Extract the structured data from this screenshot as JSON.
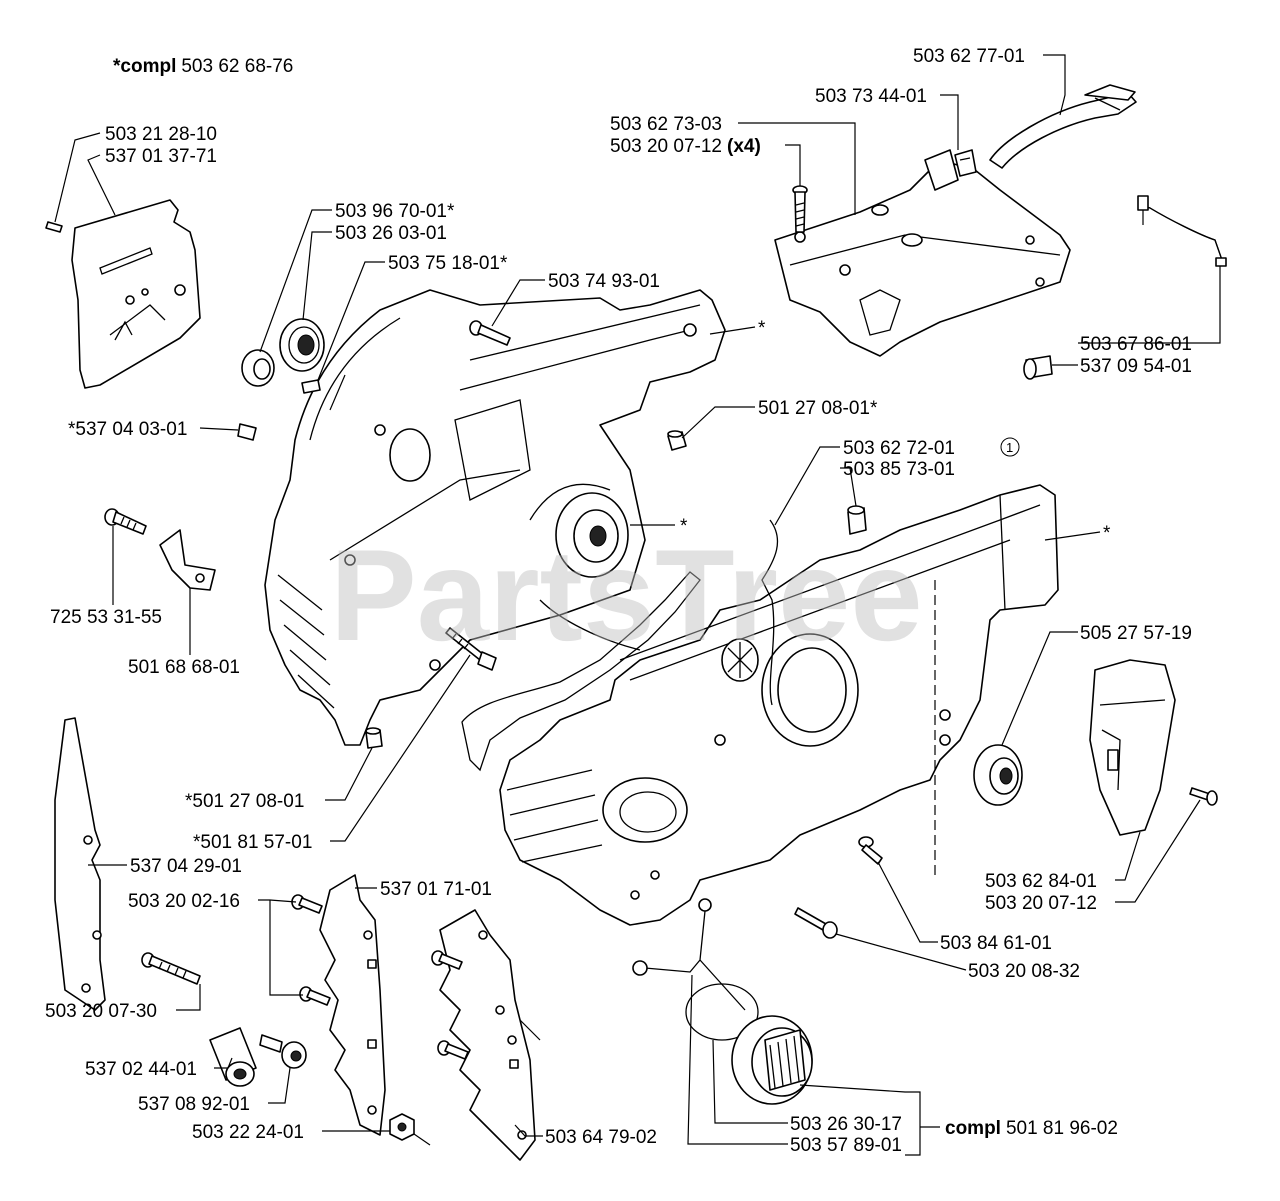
{
  "watermark": "PartsTree",
  "assembly": {
    "prefix": "*compl",
    "number": "503 62 68-76"
  },
  "fuel_cap_assembly": {
    "prefix": "compl",
    "number": "501 81 96-02"
  },
  "qty_x4": "(x4)",
  "circled_note": "1",
  "callouts": [
    "503 21 28-10",
    "537 01 37-71",
    "503 96 70-01*",
    "503 26 03-01",
    "503 75 18-01*",
    "503 74 93-01",
    "*",
    "*537 04 03-01",
    "501 27 08-01*",
    "*",
    "725 53 31-55",
    "501 68 68-01",
    "*501 27 08-01",
    "*501 81 57-01",
    "537 04 29-01",
    "503 20 02-16",
    "537 01 71-01",
    "503 20 07-30",
    "537 02 44-01",
    "537 08 92-01",
    "503 22 24-01",
    "503 64 79-02",
    "503 26 30-17",
    "503 57 89-01",
    "503 62 77-01",
    "503 73 44-01",
    "503 62 73-03",
    "503 20 07-12",
    "503 67 86-01",
    "537 09 54-01",
    "503 62 72-01",
    "503 85 73-01",
    "*",
    "505 27 57-19",
    "503 62 84-01",
    "503 20 07-12",
    "503 84 61-01",
    "503 20 08-32"
  ]
}
